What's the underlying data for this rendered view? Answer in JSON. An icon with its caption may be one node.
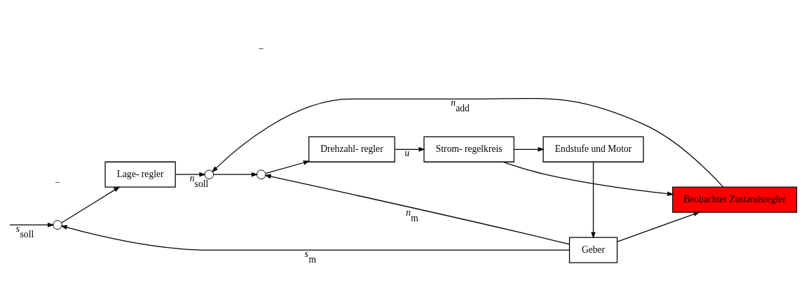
{
  "diagram": {
    "nodes": [
      {
        "text": [],
        "shape": "circle"
      },
      {
        "text": [
          "Lage- regler"
        ]
      },
      {
        "text": [],
        "shape": "circle"
      },
      {
        "text": [],
        "shape": "circle"
      },
      {
        "text": [
          "Drehzahl- regler"
        ]
      },
      {
        "text": [
          "Strom- regelkreis"
        ]
      },
      {
        "text": [
          "Endstufe und Motor"
        ]
      },
      {
        "text": [
          "Beobachter Zustandsregler"
        ]
      },
      {
        "text": [
          "Geber"
        ]
      }
    ],
    "edges": [
      {
        "from": null,
        "to": 0,
        "arrow": "to",
        "label": "s$_{soll}$"
      },
      {
        "from": 0,
        "to": 1,
        "arrow": "to"
      },
      {
        "from": 1,
        "to": 2,
        "arrow": "to",
        "label": "n$_{soll}$"
      },
      {
        "from": 2,
        "to": 3,
        "arrow": "to"
      },
      {
        "from": 3,
        "to": 4,
        "arrow": "to"
      },
      {
        "from": 4,
        "to": 5,
        "arrow": "to",
        "label": "u"
      },
      {
        "from": 5,
        "to": 6,
        "arrow": "to"
      },
      {
        "from": 5,
        "to": 7,
        "arrow": "to"
      },
      {
        "from": 6,
        "to": 8,
        "arrow": "to"
      },
      {
        "from": 8,
        "to": 3,
        "arrow": "to",
        "label": "n$_{m}$"
      },
      {
        "from": 8,
        "to": 7,
        "arrow": "to"
      },
      {
        "from": 8,
        "to": 0,
        "arrow": "to",
        "label": "s$_{m}$"
      },
      {
        "from": 7,
        "to": 2,
        "arrow": "to",
        "label": "n$_{add}$"
      }
    ],
    "labels": [
      "−",
      "−"
    ]
  }
}
